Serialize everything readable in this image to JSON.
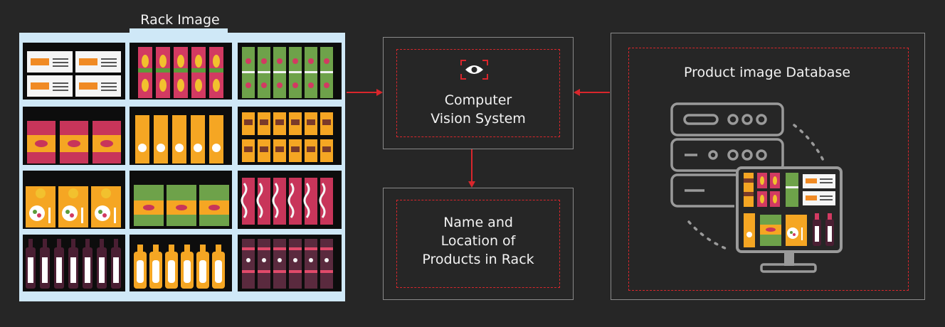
{
  "rack": {
    "title": "Rack Image"
  },
  "cv_system": {
    "line1": "Computer",
    "line2": "Vision System"
  },
  "output": {
    "line1": "Name and",
    "line2": "Location of",
    "line3": "Products in Rack"
  },
  "database": {
    "title": "Product image Database"
  },
  "colors": {
    "background": "#262626",
    "accent_red": "#d9262c",
    "box_border": "#8a8a8a",
    "icon_gray": "#9a9a9a",
    "rack_frame": "#cfe8f7"
  },
  "icons": [
    "eye-icon",
    "server-icon",
    "monitor-icon"
  ]
}
